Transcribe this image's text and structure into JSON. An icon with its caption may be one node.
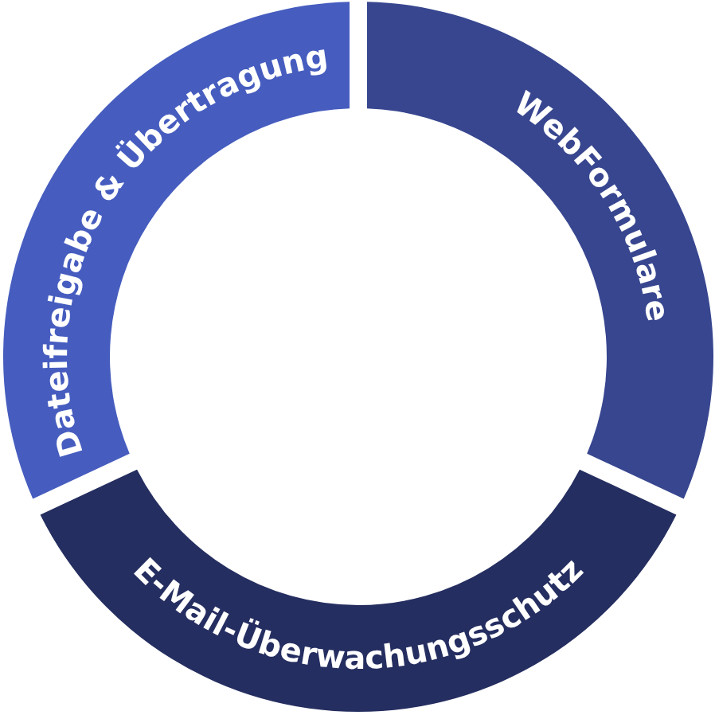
{
  "diagram": {
    "nodes": [
      {
        "text": [
          "Dateifreigabe & Übertragung"
        ]
      },
      {
        "text": [
          "WebFormulare"
        ]
      },
      {
        "text": [
          "E-Mail-Überwachungsschutz"
        ]
      }
    ]
  }
}
